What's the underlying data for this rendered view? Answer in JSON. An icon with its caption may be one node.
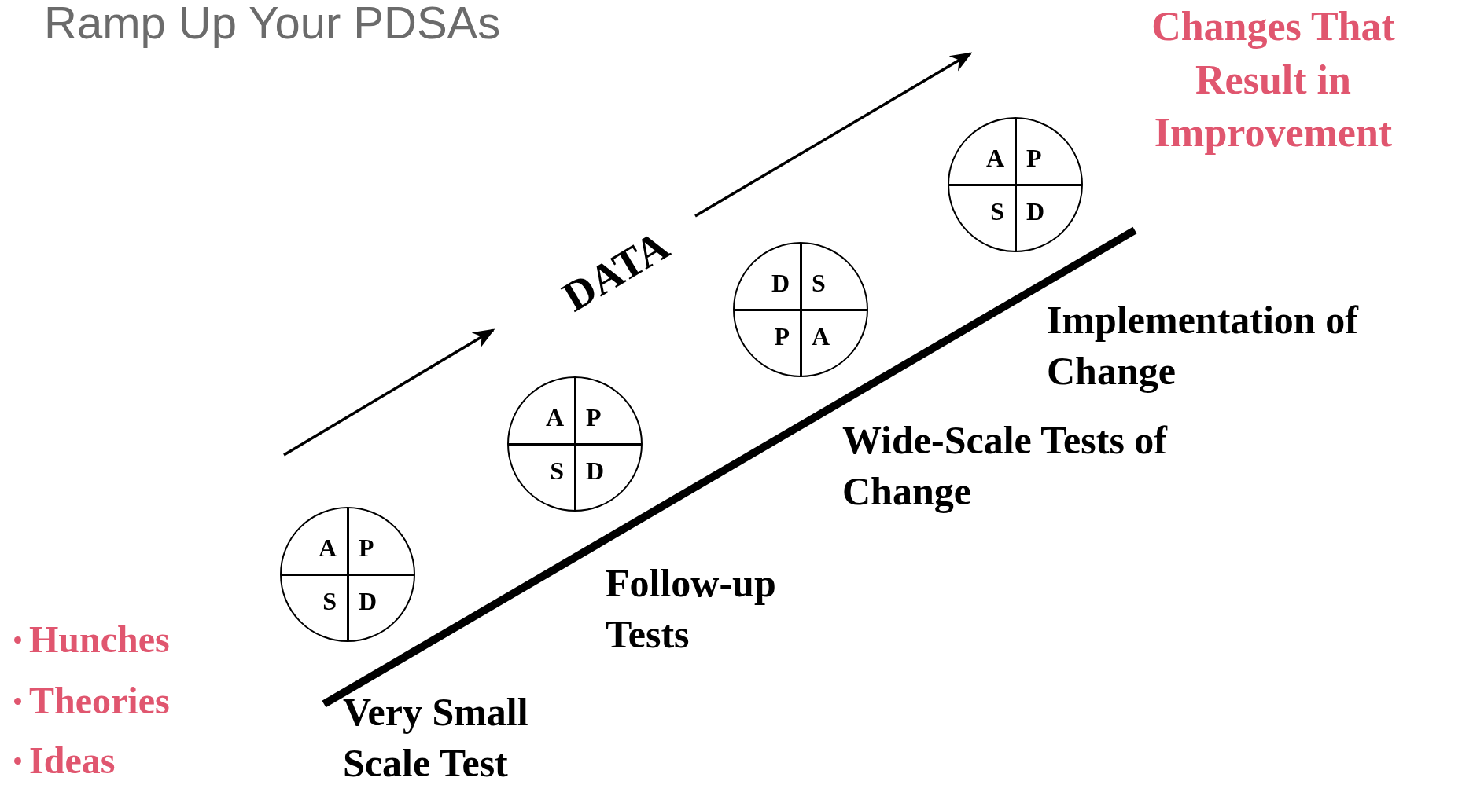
{
  "diagram": {
    "title": "Ramp Up Your PDSAs",
    "nodes": [
      {
        "text": [
          "A",
          "P",
          "S",
          "D"
        ]
      },
      {
        "text": [
          "A",
          "P",
          "S",
          "D"
        ]
      },
      {
        "text": [
          "D",
          "S",
          "P",
          "A"
        ]
      },
      {
        "text": [
          "A",
          "P",
          "S",
          "D"
        ]
      }
    ],
    "labels": [
      "Changes That Result in Improvement",
      "DATA",
      "Implementation of Change",
      "Wide-Scale Tests of Change",
      "Follow-up Tests",
      "Hunches",
      "Theories",
      "Ideas",
      "Very Small Scale Test"
    ]
  }
}
